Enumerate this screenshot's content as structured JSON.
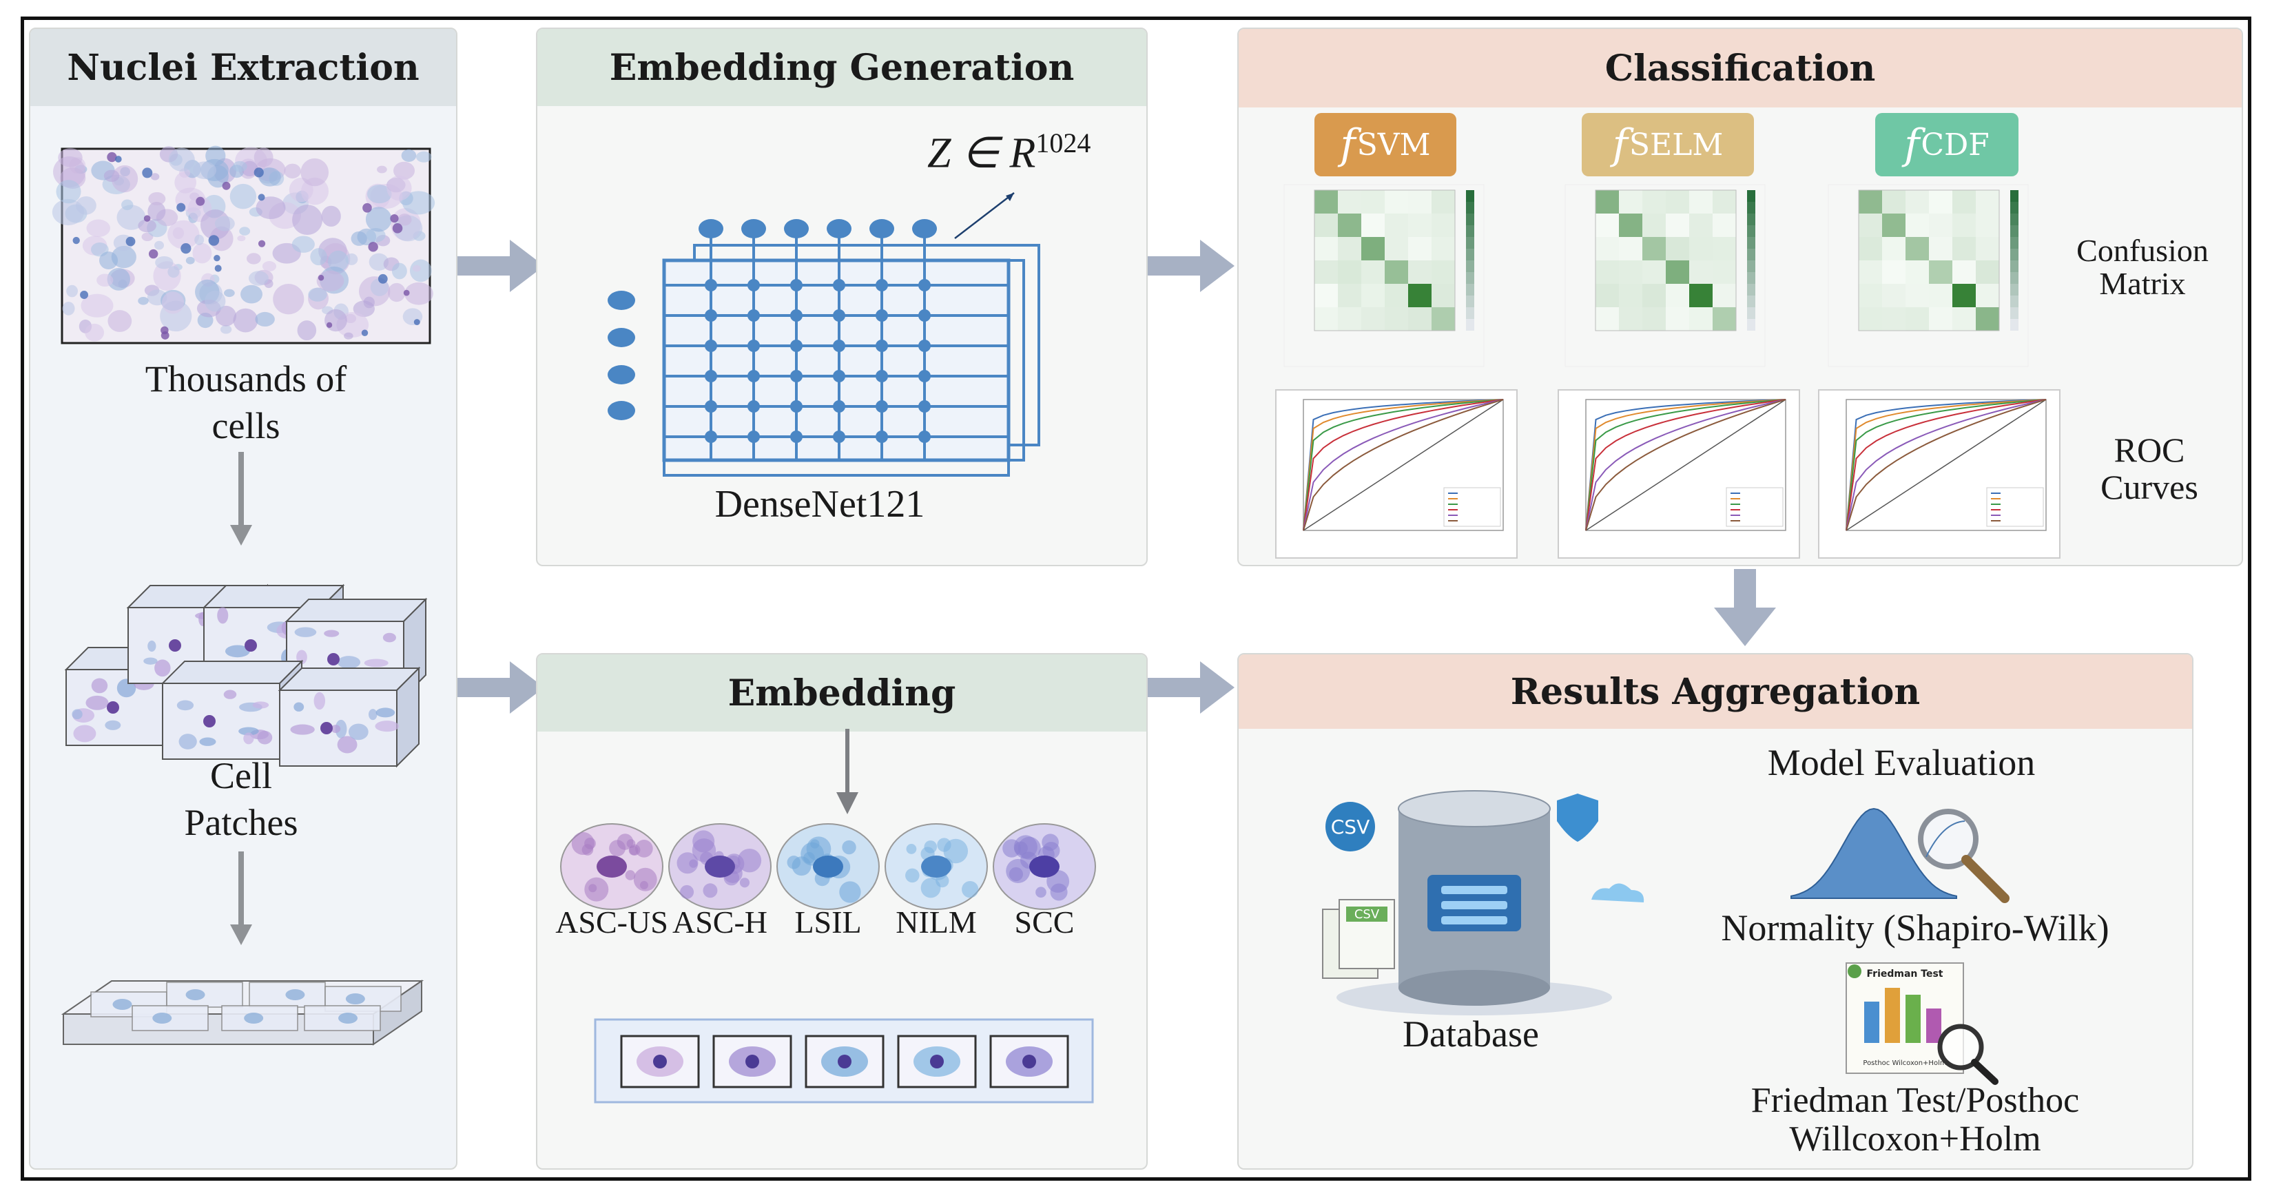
{
  "nuclei": {
    "title": "Nuclei Extraction",
    "thousands_line1": "Thousands of",
    "thousands_line2": "cells",
    "patches_line1": "Cell",
    "patches_line2": "Patches"
  },
  "embedding_generation": {
    "title": "Embedding Generation",
    "formula_var": "Z ∈ R",
    "formula_exp": "1024",
    "network_label": "DenseNet121"
  },
  "classification": {
    "title": "Classification",
    "classifiers": [
      {
        "f": "f",
        "sub": "SVM",
        "color": "#d99a4e"
      },
      {
        "f": "f",
        "sub": "SELM",
        "color": "#dcbf82"
      },
      {
        "f": "f",
        "sub": "CDF",
        "color": "#6fc7a5"
      }
    ],
    "confusion_line1": "Confusion",
    "confusion_line2": "Matrix",
    "roc_line1": "ROC",
    "roc_line2": "Curves"
  },
  "embedding": {
    "title": "Embedding",
    "classes": [
      "ASC-US",
      "ASC-H",
      "LSIL",
      "NILM",
      "SCC"
    ]
  },
  "results": {
    "title": "Results Aggregation",
    "model_eval": "Model Evaluation",
    "database": "Database",
    "csv": "CSV",
    "normality": "Normality (Shapiro-Wilk)",
    "friedman_line1": "Friedman Test/Posthoc",
    "friedman_line2": "Willcoxon+Holm",
    "friedman_chart_title": "Friedman Test",
    "posthoc_caption": "Posthoc Wilcoxon+Holm"
  },
  "colors": {
    "arrow": "#a7b1c4",
    "green_dark": "#1b6b34",
    "node_blue": "#4a86c4"
  }
}
